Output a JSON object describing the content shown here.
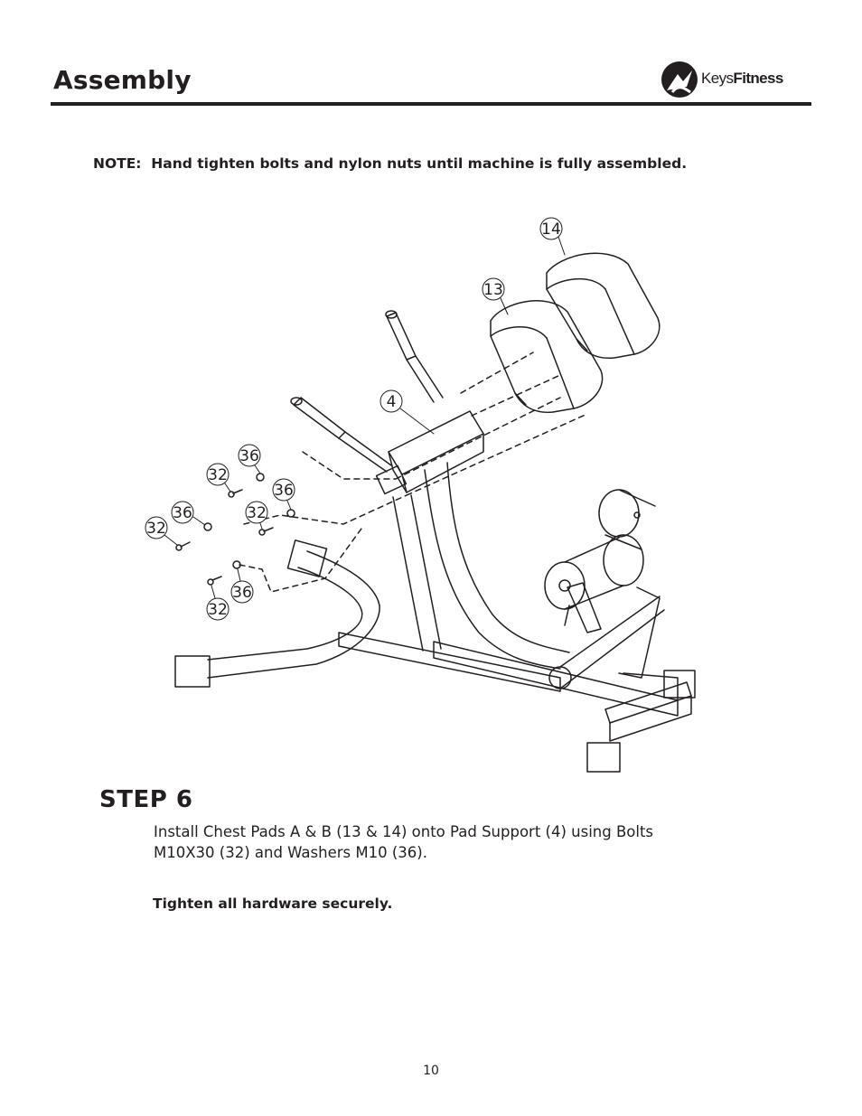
{
  "header": {
    "title": "Assembly",
    "brand_text_light": "Keys",
    "brand_text_bold": "Fitness"
  },
  "note": "NOTE:  Hand tighten bolts and nylon nuts until machine is fully assembled.",
  "diagram": {
    "callouts": {
      "c14": "14",
      "c13": "13",
      "c4": "4",
      "c36a": "36",
      "c32a": "32",
      "c36b": "36",
      "c36c": "36",
      "c32b": "32",
      "c32c": "32",
      "c36d": "36",
      "c32d": "32"
    }
  },
  "step": {
    "title": "STEP 6",
    "instruction_line1": "Install Chest Pads A & B (13 & 14) onto Pad Support (4) using Bolts",
    "instruction_line2": "M10X30 (32) and Washers M10 (36).",
    "tighten": "Tighten all hardware securely."
  },
  "page_number": "10",
  "colors": {
    "ink": "#231f20",
    "paper": "#ffffff"
  }
}
